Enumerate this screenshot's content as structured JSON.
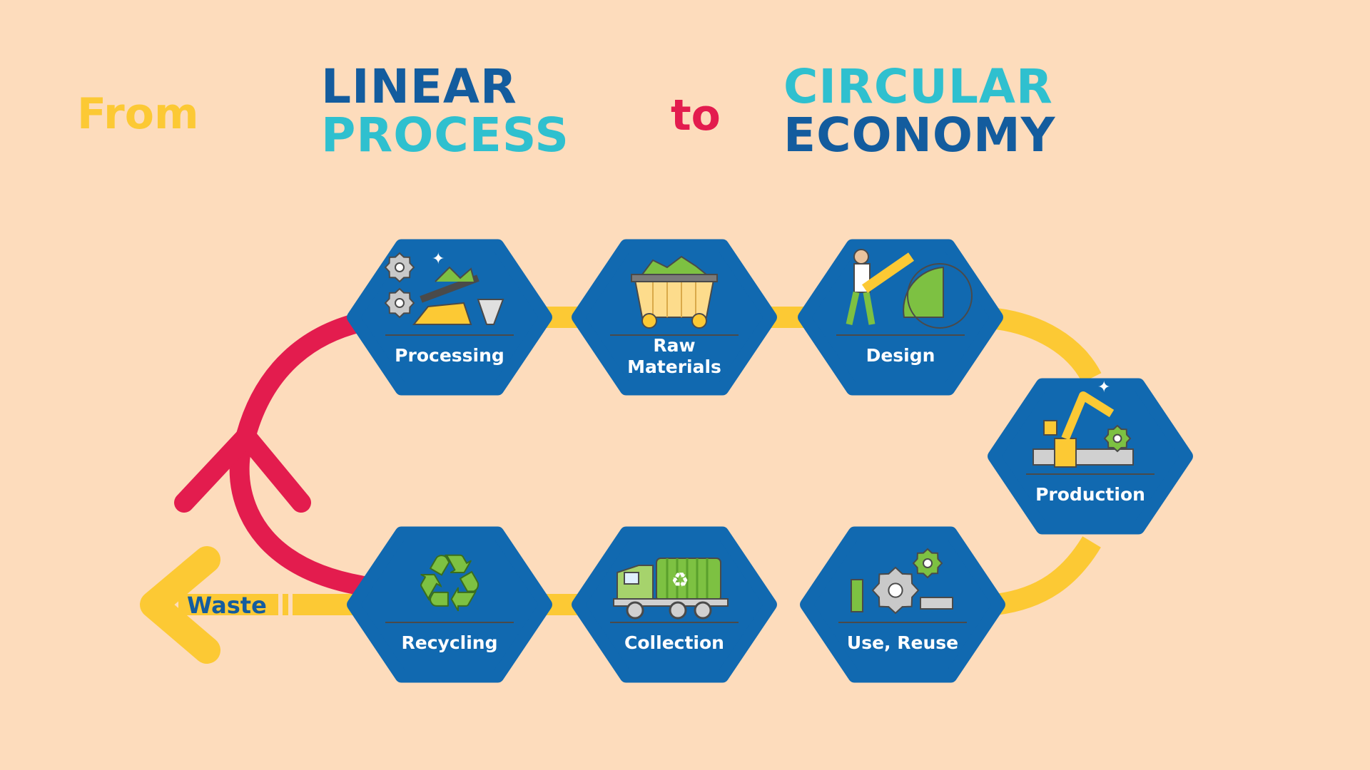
{
  "title": {
    "from": "From",
    "linear_line1": "LINEAR",
    "linear_line2": "PROCESS",
    "to": "to",
    "circular_line1": "CIRCULAR",
    "circular_line2": "ECONOMY"
  },
  "colors": {
    "background": "#fddcbc",
    "hex_fill": "#1169b0",
    "path_yellow": "#fcc934",
    "arrow_red": "#e31c4e",
    "dark_blue": "#135c9e",
    "teal": "#2fc0cf"
  },
  "stages": [
    {
      "id": "processing",
      "lines": [
        "Processing"
      ],
      "icon": "processing-machine-icon"
    },
    {
      "id": "raw-materials",
      "lines": [
        "Raw",
        "Materials"
      ],
      "icon": "mine-cart-icon"
    },
    {
      "id": "design",
      "lines": [
        "Design"
      ],
      "icon": "designer-pencil-icon"
    },
    {
      "id": "production",
      "lines": [
        "Production"
      ],
      "icon": "robot-arm-icon"
    },
    {
      "id": "use-reuse",
      "lines": [
        "Use, Reuse"
      ],
      "icon": "gears-bolts-icon"
    },
    {
      "id": "collection",
      "lines": [
        "Collection"
      ],
      "icon": "garbage-truck-icon"
    },
    {
      "id": "recycling",
      "lines": [
        "Recycling"
      ],
      "icon": "recycle-icon"
    }
  ],
  "waste_label": "Waste"
}
